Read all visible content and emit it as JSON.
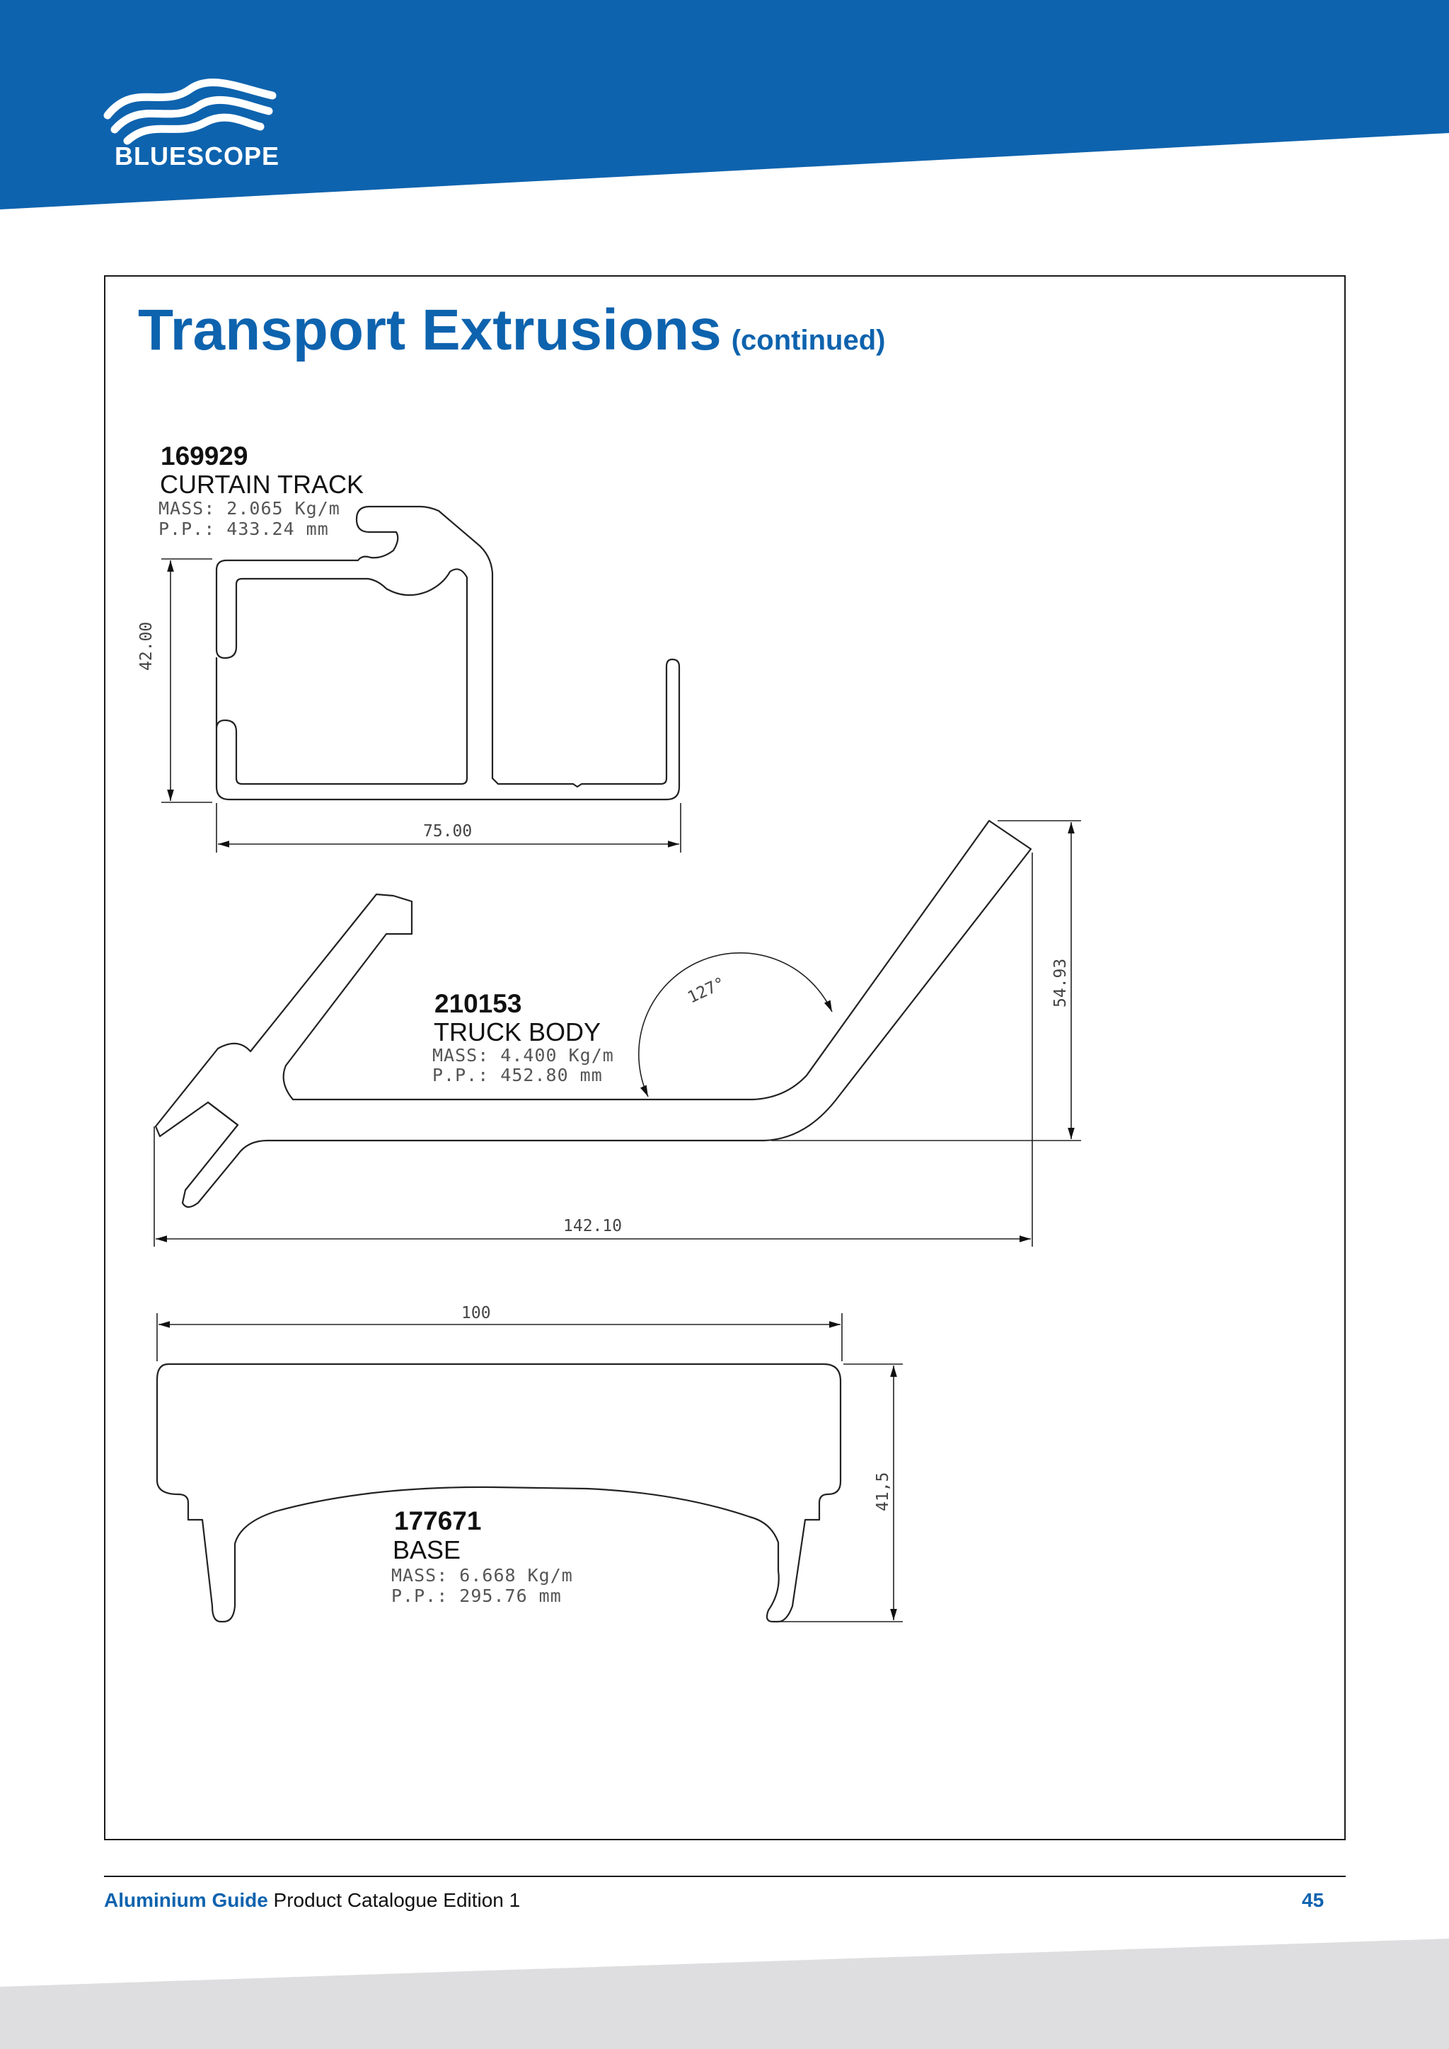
{
  "brand": {
    "name": "BLUESCOPE",
    "color": "#0e63ae"
  },
  "title": {
    "main": "Transport Extrusions",
    "sub": "(continued)"
  },
  "profiles": [
    {
      "code": "169929",
      "name": "CURTAIN TRACK",
      "mass": "MASS: 2.065 Kg/m",
      "perimeter": "P.P.:  433.24 mm",
      "dims": {
        "height": "42.00",
        "width": "75.00"
      }
    },
    {
      "code": "210153",
      "name": "TRUCK BODY",
      "mass": "MASS: 4.400 Kg/m",
      "perimeter": "P.P.:  452.80 mm",
      "dims": {
        "angle": "127°",
        "height": "54.93",
        "width": "142.10"
      }
    },
    {
      "code": "177671",
      "name": "BASE",
      "mass": "MASS: 6.668 Kg/m",
      "perimeter": "P.P.:  295.76 mm",
      "dims": {
        "width": "100",
        "height": "41,5"
      }
    }
  ],
  "footer": {
    "guide": "Aluminium Guide",
    "catalogue": " Product Catalogue Edition 1",
    "page": "45"
  }
}
